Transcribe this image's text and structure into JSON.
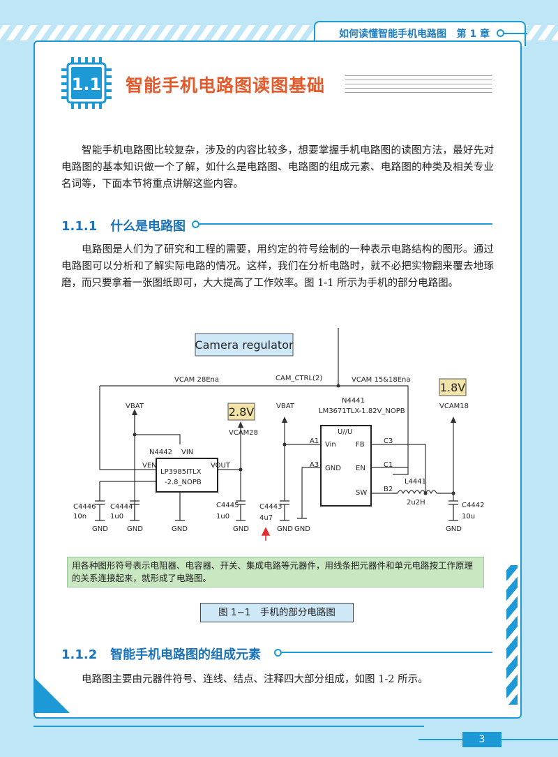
{
  "header": {
    "running_title": "如何读懂智能手机电路图",
    "chapter": "第 1 章"
  },
  "section": {
    "badge": "1.1",
    "title": "智能手机电路图读图基础"
  },
  "intro_paragraph": "智能手机电路图比较复杂，涉及的内容比较多，想要掌握手机电路图的读图方法，最好先对电路图的基本知识做一个了解，如什么是电路图、电路图的组成元素、电路图的种类及相关专业名词等，下面本节将重点讲解这些内容。",
  "sub1": {
    "number": "1.1.1",
    "title": "什么是电路图"
  },
  "sub1_paragraph": "电路图是人们为了研究和工程的需要，用约定的符号绘制的一种表示电路结构的图形。通过电路图可以分析和了解实际电路的情况。这样，我们在分析电路时，就不必把实物翻来覆去地琢磨，而只要拿着一张图纸即可，大大提高了工作效率。图 1-1 所示为手机的部分电路图。",
  "diagram": {
    "title": "Camera regulator",
    "net_vcam28ena": "VCAM 28Ena",
    "net_cam_ctrl": "CAM_CTRL(2)",
    "net_vcam15": "VCAM 15&18Ena",
    "vbat1": "VBAT",
    "vbat2": "VBAT",
    "v28": "2.8V",
    "v18": "1.8V",
    "vcam28": "VCAM28",
    "vcam18": "VCAM18",
    "ic1_ref": "N4442",
    "ic1_part1": "LP3985ITLX",
    "ic1_part2": "-2.8_NOPB",
    "ic1_vin": "VIN",
    "ic1_ven": "VEN",
    "ic1_vout": "VOUT",
    "ic2_ref": "N4441",
    "ic2_part": "LM3671TLX-1.82V_NOPB",
    "ic2_unit": "U//U",
    "pin_a1": "A1",
    "pin_a3": "A3",
    "pin_c3": "C3",
    "pin_c1": "C1",
    "pin_b2": "B2",
    "pin_vin": "Vin",
    "pin_gnd": "GND",
    "pin_fb": "FB",
    "pin_en": "EN",
    "pin_sw": "SW",
    "inductor": "L4441",
    "inductor_val": "2u2H",
    "c4446": "C4446",
    "c4446_val": "10n",
    "c4444": "C4444",
    "c4444_val": "1u0",
    "c4445": "C4445",
    "c4445_val": "1u0",
    "c4443": "C4443",
    "c4443_val": "4u7",
    "c4442": "C4442",
    "c4442_val": "10u",
    "gnd": "GND"
  },
  "diagram_note": "用各种图形符号表示电阻器、电容器、开关、集成电路等元器件，用线条把元器件和单元电路按工作原理的关系连接起来，就形成了电路图。",
  "figure_caption": "图 1−1　手机的部分电路图",
  "sub2": {
    "number": "1.1.2",
    "title": "智能手机电路图的组成元素"
  },
  "sub2_paragraph": "电路图主要由元器件符号、连线、结点、注释四大部分组成，如图 1-2 所示。",
  "page_number": "3",
  "colors": {
    "accent": "#1d9ad6",
    "title": "#e55a2b",
    "subtitle": "#1a73b8"
  }
}
